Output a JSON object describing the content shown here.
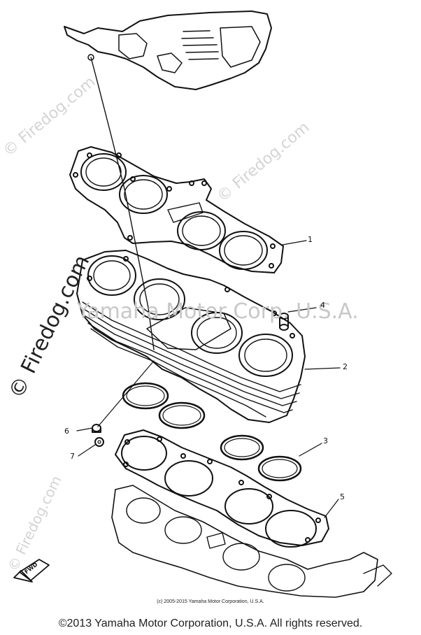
{
  "watermarks": {
    "firedog_text": "© Firedog.com",
    "yamaha_text": "Yamaha Motor Corp. U.S.A."
  },
  "callouts": [
    "1",
    "2",
    "3",
    "4",
    "5",
    "6",
    "7"
  ],
  "direction_marker": "FWD",
  "image_credit": "(c) 2005-2015 Yamaha Motor Corporation, U.S.A.",
  "footer_copyright": "©2013 Yamaha Motor Corporation, U.S.A. All rights reserved."
}
